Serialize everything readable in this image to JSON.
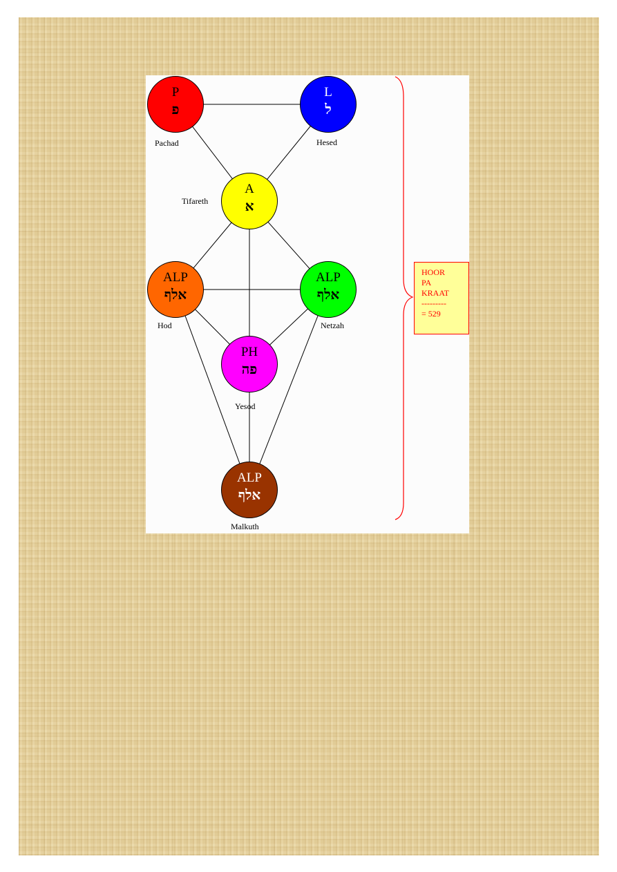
{
  "sephiroth": [
    {
      "id": "pachad",
      "latin": "P",
      "hebrew": "פ",
      "name": "Pachad",
      "color": "#ff0000",
      "text_color": "#000000"
    },
    {
      "id": "hesed",
      "latin": "L",
      "hebrew": "ל",
      "name": "Hesed",
      "color": "#0000ff",
      "text_color": "#ffffff"
    },
    {
      "id": "tifareth",
      "latin": "A",
      "hebrew": "א",
      "name": "Tifareth",
      "color": "#ffff00",
      "text_color": "#000000"
    },
    {
      "id": "hod",
      "latin": "ALP",
      "hebrew": "אלף",
      "name": "Hod",
      "color": "#ff6600",
      "text_color": "#000000"
    },
    {
      "id": "netzah",
      "latin": "ALP",
      "hebrew": "אלף",
      "name": "Netzah",
      "color": "#00ff00",
      "text_color": "#000000"
    },
    {
      "id": "yesod",
      "latin": "PH",
      "hebrew": "פה",
      "name": "Yesod",
      "color": "#ff00ff",
      "text_color": "#000000"
    },
    {
      "id": "malkuth",
      "latin": "ALP",
      "hebrew": "אלף",
      "name": "Malkuth",
      "color": "#993300",
      "text_color": "#ffffff"
    }
  ],
  "note": {
    "lines": [
      "HOOR",
      "PA",
      "KRAAT",
      "---------",
      "= 529"
    ],
    "color": "#ff0000",
    "background": "#ffff99"
  }
}
